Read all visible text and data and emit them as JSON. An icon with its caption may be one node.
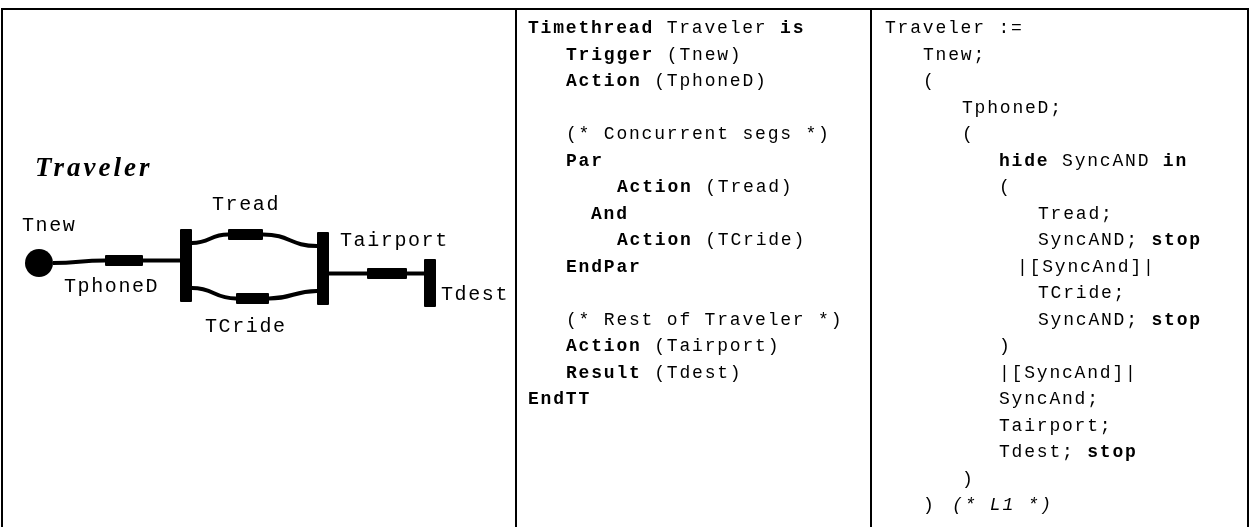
{
  "diagram": {
    "title": "Traveler",
    "nodes": [
      {
        "text": [],
        "shape": "circle",
        "beside": [
          "Tnew"
        ]
      },
      {
        "text": [],
        "shape": "bar",
        "beside": [
          "TphoneD"
        ]
      },
      {
        "text": [],
        "shape": "bar"
      },
      {
        "text": [],
        "shape": "bar",
        "beside": [
          "Tread"
        ]
      },
      {
        "text": [],
        "shape": "bar",
        "beside": [
          "TCride"
        ]
      },
      {
        "text": [],
        "shape": "bar"
      },
      {
        "text": [],
        "shape": "bar",
        "beside": [
          "Tairport"
        ]
      },
      {
        "text": [],
        "shape": "bar",
        "beside": [
          "Tdest"
        ]
      }
    ],
    "edges": [
      {
        "from": 0,
        "to": 1,
        "arrow": "none"
      },
      {
        "from": 1,
        "to": 2,
        "arrow": "none"
      },
      {
        "from": 2,
        "to": 3,
        "arrow": "none"
      },
      {
        "from": 2,
        "to": 4,
        "arrow": "none"
      },
      {
        "from": 3,
        "to": 5,
        "arrow": "none"
      },
      {
        "from": 4,
        "to": 5,
        "arrow": "none"
      },
      {
        "from": 5,
        "to": 6,
        "arrow": "none"
      },
      {
        "from": 6,
        "to": 7,
        "arrow": "none"
      }
    ],
    "labels": [
      "**Timethread** Traveler **is**",
      "**Trigger** (Tnew)",
      "**Action** (TphoneD)",
      "(* Concurrent segs *)",
      "Par",
      "**Action** (Tread)",
      "And",
      "**Action** (TCride)",
      "EndPar",
      "(* Rest of Traveler *)",
      "**Action** (Tairport)",
      "**Result** (Tdest)",
      "EndTT",
      "Traveler :=",
      "Tnew;",
      "(",
      "TphoneD;",
      "(",
      "**hide** SyncAND **in**",
      "(",
      "Tread;",
      "SyncAND; **stop**",
      "|[SyncAnd]|",
      "TCride;",
      "SyncAND; **stop**",
      ")",
      "|[SyncAnd]|",
      "SyncAnd;",
      "Tairport;",
      "Tdest; **stop**",
      ")",
      ")",
      "(* L1 *)"
    ]
  }
}
